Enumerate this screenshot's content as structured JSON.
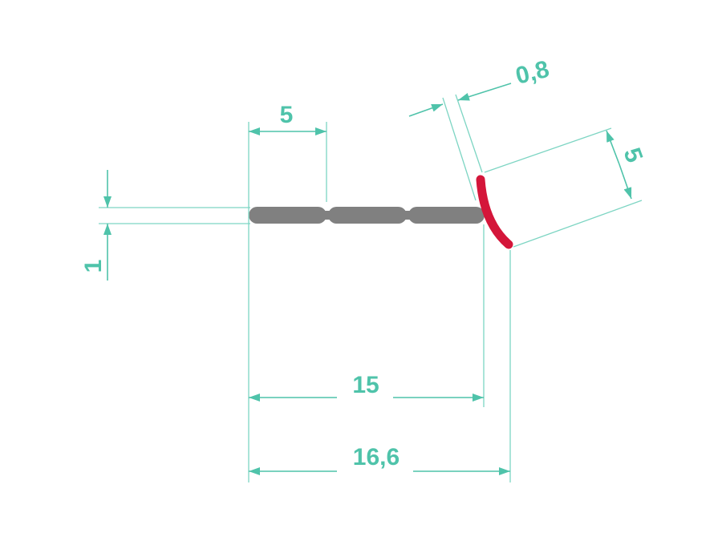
{
  "diagram": {
    "dimensions": {
      "segment_width": "5",
      "thickness": "1",
      "inner_width": "15",
      "total_width": "16,6",
      "lip_thickness": "0,8",
      "lip_height": "5"
    },
    "colors": {
      "dimension": "#4fc3aa",
      "profile": "#808080",
      "lip": "#d4163a"
    }
  }
}
